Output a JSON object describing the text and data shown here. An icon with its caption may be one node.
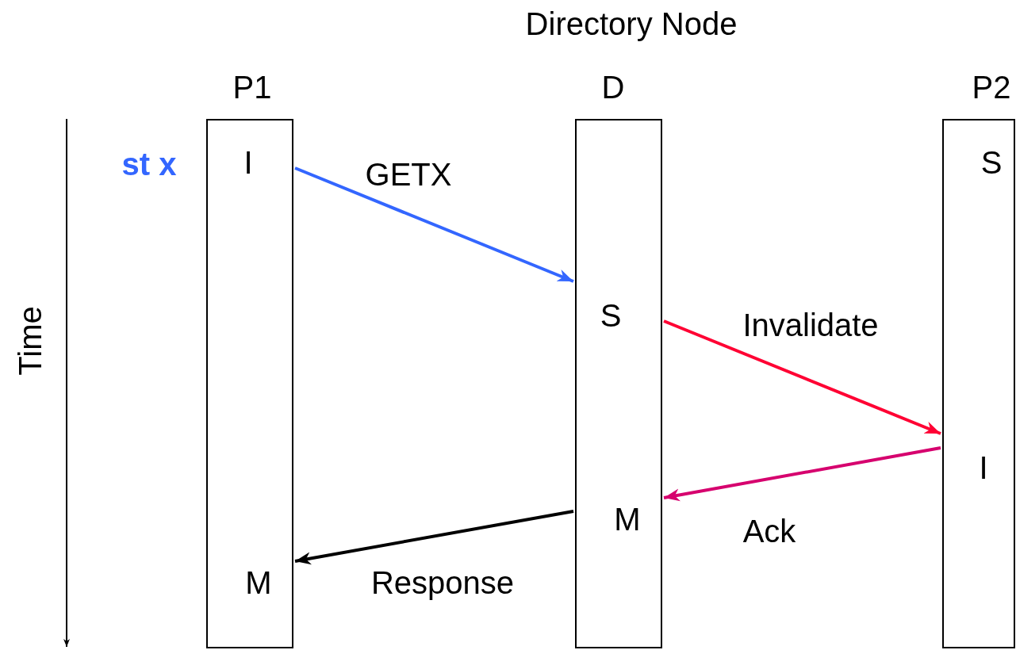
{
  "diagram": {
    "nodes": [
      {
        "text": [
          "P1",
          "I",
          "M"
        ]
      },
      {
        "text": [
          "D",
          "S",
          "M"
        ]
      },
      {
        "text": [
          "P2",
          "S",
          "I"
        ]
      }
    ],
    "edges": [
      {
        "from": 0,
        "to": 1,
        "arrow": "to",
        "label": "GETX",
        "color": "#3366ff"
      },
      {
        "from": 1,
        "to": 2,
        "arrow": "to",
        "label": "Invalidate",
        "color": "#ff0033"
      },
      {
        "from": 2,
        "to": 1,
        "arrow": "to",
        "label": "Ack",
        "color": "#d6006e"
      },
      {
        "from": 1,
        "to": 0,
        "arrow": "to",
        "label": "Response",
        "color": "#000000"
      }
    ],
    "labels": [
      "Directory Node",
      "st x",
      "Time"
    ]
  }
}
